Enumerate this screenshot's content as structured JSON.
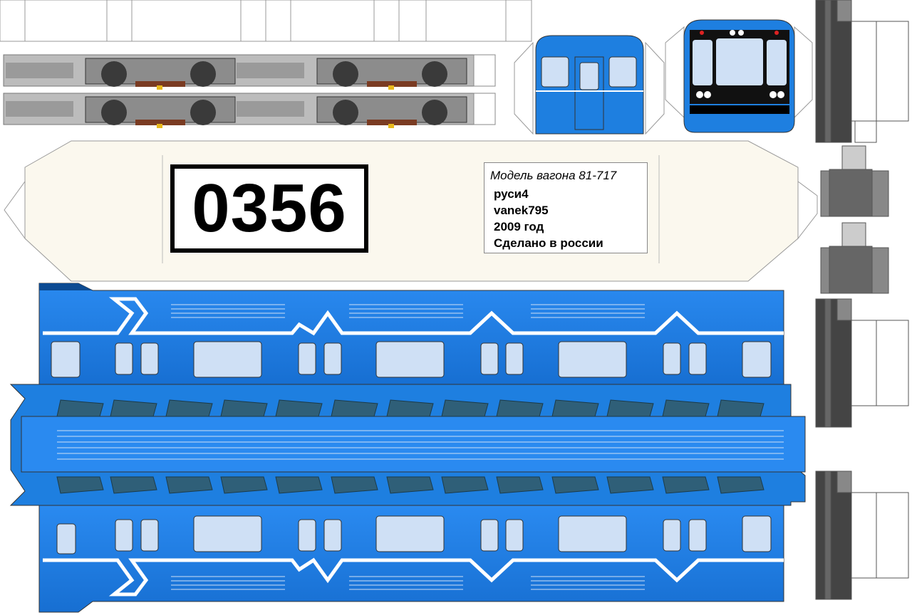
{
  "car_number": "0356",
  "info": {
    "title": "Модель вагона 81-717",
    "lines": [
      "руси4",
      "vanek795",
      "2009 год",
      "Сделано в россии"
    ]
  },
  "colors": {
    "car_blue": "#1e7fe0",
    "car_blue_dark": "#1466c4",
    "window_light": "#cfe0f5",
    "roof_cream": "#fbf8ee",
    "vent_dark": "#2f5f78",
    "bogie_grey": "#8c8c8c",
    "bogie_brown": "#7a3b22"
  }
}
